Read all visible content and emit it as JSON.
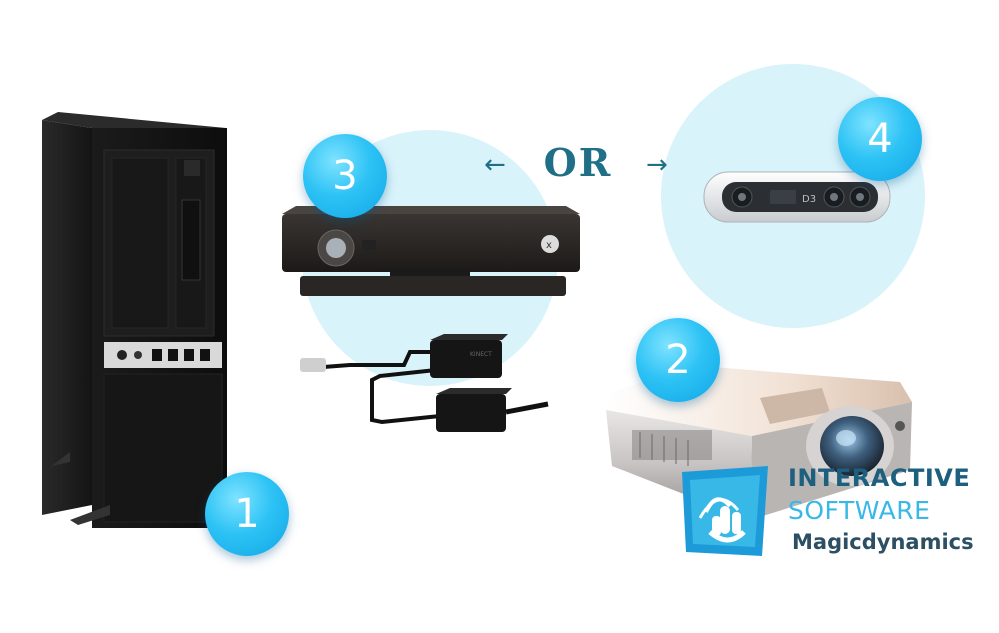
{
  "badges": [
    "1",
    "2",
    "3",
    "4"
  ],
  "connector": {
    "label": "OR",
    "left_arrow": "←",
    "right_arrow": "→"
  },
  "brand": {
    "line1": "INTERACTIVE",
    "line2": "SOFTWARE",
    "line3": "Magicdynamics"
  },
  "labels": {
    "kinect_adapter": "KINECT",
    "realsense": "D3"
  },
  "colors": {
    "badge": "#1fb4ee",
    "halo": "#d9f3fb",
    "connector": "#1f6f87",
    "brand_dark": "#1c5f7e",
    "brand_light": "#38b8e6"
  },
  "items": {
    "pc": "pc-tower",
    "projector": "projector",
    "kinect": "kinect-sensor",
    "depth_camera": "depth-camera"
  }
}
